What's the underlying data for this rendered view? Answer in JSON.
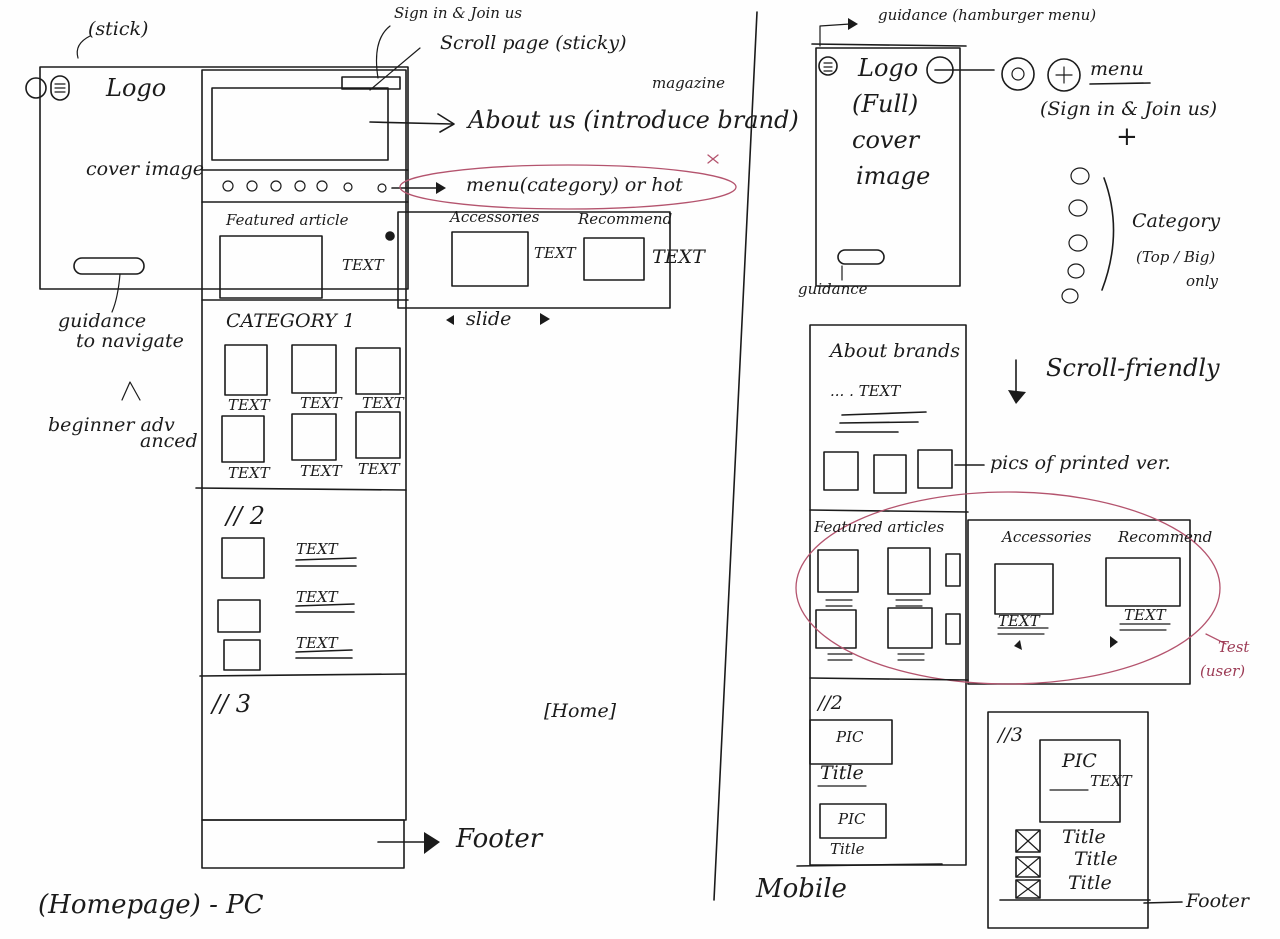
{
  "pc": {
    "stick_note": "(stick)",
    "logo": "Logo",
    "cover_image": "cover image",
    "sign_in_join": "Sign in & Join us",
    "scroll_page": "Scroll page (sticky)",
    "magazine": "magazine",
    "about_us": "About us (introduce brand)",
    "menu_category": "menu(category) or hot",
    "featured_article": "Featured article",
    "text_label": "TEXT",
    "accessories": "Accessories",
    "recommend": "Recommend",
    "slide": "slide",
    "guidance_nav_1": "guidance",
    "guidance_nav_2": "to navigate",
    "beginner_1": "beginner adv",
    "beginner_2": "anced",
    "category_1": "CATEGORY 1",
    "category_2": "// 2",
    "category_3": "// 3",
    "home": "[Home]",
    "footer": "Footer",
    "caption": "(Homepage) - PC"
  },
  "mobile": {
    "guidance_hamburger": "guidance (hamburger menu)",
    "logo": "Logo",
    "full": "(Full)",
    "cover": "cover",
    "image": "image",
    "menu_note": "menu",
    "sign_in_join": "(Sign in & Join us)",
    "plus": "+",
    "category_note_1": "Category",
    "category_note_2": "(Top / Big)",
    "category_note_3": "only",
    "guidance": "guidance",
    "about_brands": "About brands",
    "dots_text": "... . TEXT",
    "scroll_friendly": "Scroll-friendly",
    "pics_printed": "pics of printed ver.",
    "featured_articles": "Featured articles",
    "accessories": "Accessories",
    "recommend": "Recommend",
    "text_label": "TEXT",
    "test_user_1": "Test",
    "test_user_2": "(user)",
    "category_2": "//2",
    "pic": "PIC",
    "title": "Title",
    "category_3": "//3",
    "footer": "Footer",
    "caption": "Mobile"
  },
  "colors": {
    "ink": "#1b1b1b",
    "annotation_red": "#b4546e"
  }
}
